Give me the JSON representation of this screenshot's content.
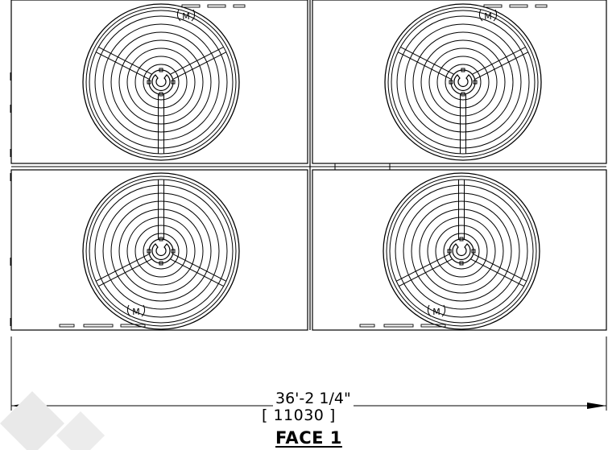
{
  "drawing": {
    "title": "FACE 1",
    "dimension_imperial": "36'-2 1/4\"",
    "dimension_metric": "[ 11030 ]"
  },
  "panels": [
    {
      "id": "top-left",
      "motor_label": "M",
      "label_at": "top"
    },
    {
      "id": "top-right",
      "motor_label": "M",
      "label_at": "top"
    },
    {
      "id": "bottom-left",
      "motor_label": "M",
      "label_at": "bottom"
    },
    {
      "id": "bottom-right",
      "motor_label": "M",
      "label_at": "bottom"
    }
  ],
  "colors": {
    "line": "#000000",
    "background": "#ffffff",
    "watermark": "#e6e6e6"
  }
}
